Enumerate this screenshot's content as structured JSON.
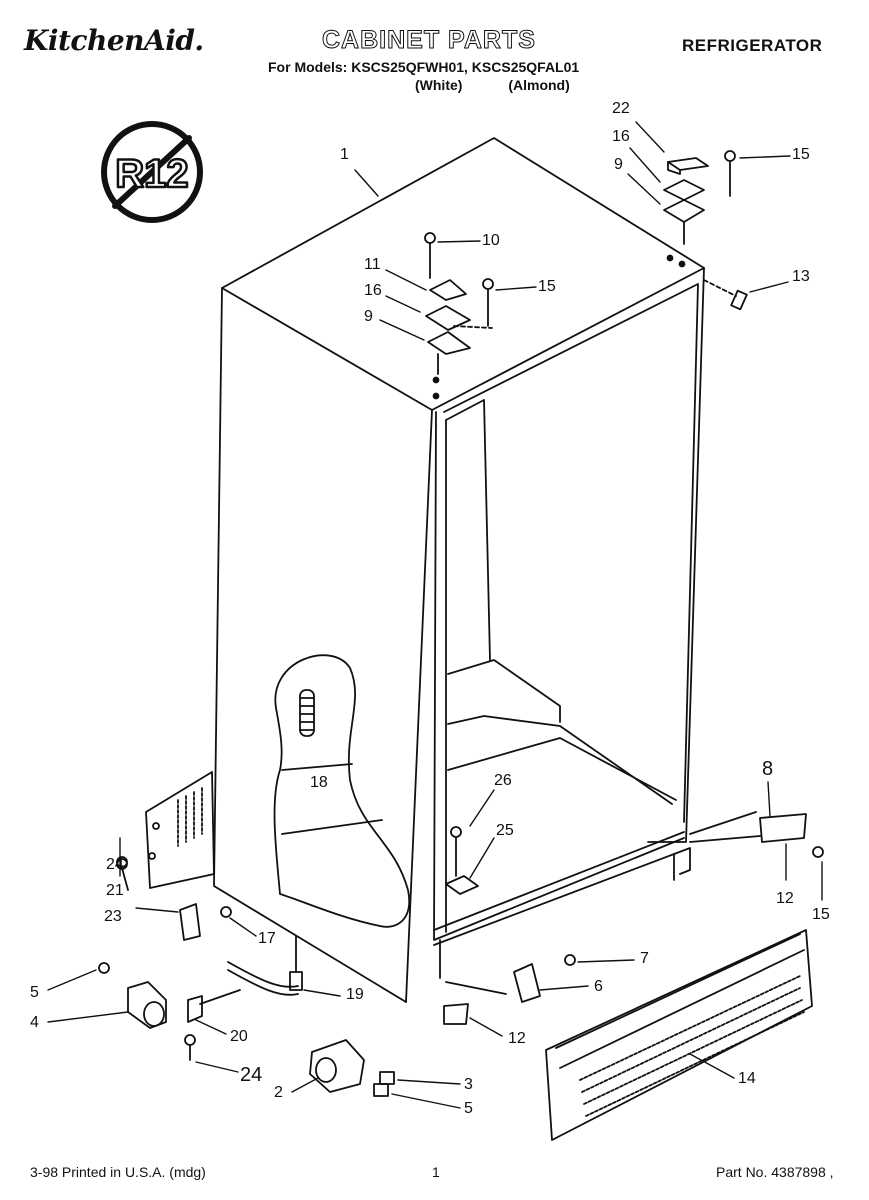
{
  "header": {
    "brand": "KitchenAid.",
    "title": "CABINET PARTS",
    "category": "REFRIGERATOR",
    "models_line": "For Models: KSCS25QFWH01, KSCS25QFAL01",
    "variants": [
      "(White)",
      "(Almond)"
    ]
  },
  "badge": {
    "text": "R12"
  },
  "callouts": [
    "1",
    "22",
    "16",
    "9",
    "15",
    "10",
    "11",
    "15",
    "16",
    "9",
    "13",
    "18",
    "8",
    "26",
    "25",
    "24",
    "21",
    "23",
    "17",
    "5",
    "4",
    "19",
    "20",
    "24",
    "2",
    "3",
    "5",
    "7",
    "6",
    "12",
    "12",
    "15",
    "14"
  ],
  "footer": {
    "printed": "3-98 Printed in U.S.A. (mdg)",
    "page": "1",
    "part_no": "Part No. 4387898 ,"
  }
}
